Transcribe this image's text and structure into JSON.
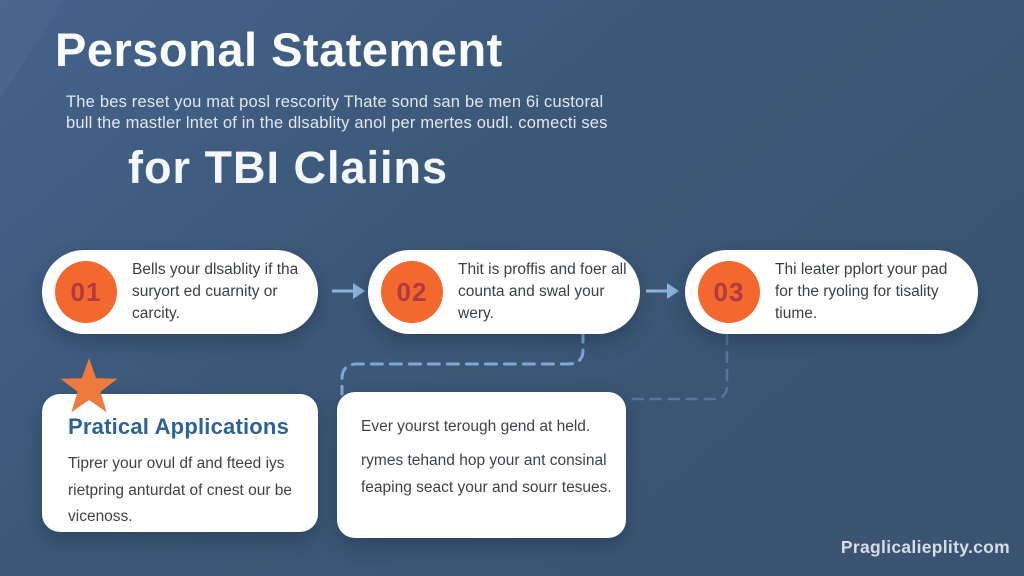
{
  "page": {
    "title": "Personal Statement",
    "subtitle_line1": "The bes reset you mat posl rescority Thate sond san be men 6i custoral",
    "subtitle_line2": "bull the mastler lntet of in the dlsablity anol per mertes oudl. comecti ses",
    "title_secondary": "for TBI Claiins",
    "watermark": "Praglicalieplity.com"
  },
  "steps": [
    {
      "number": "01",
      "text": "Bells your dlsablity if tha suryort ed cuarnity or carcity."
    },
    {
      "number": "02",
      "text": "Thit is proffis and foer all counta and swal your wery."
    },
    {
      "number": "03",
      "text": "Thi leater pplort your pad for the ryoling for tisality tiume."
    }
  ],
  "practical": {
    "heading": "Pratical Applications",
    "body": "Tiprer your ovul df and fteed iys rietpring anturdat of cnest our be vicenoss."
  },
  "notes": {
    "line1": "Ever yourst terough gend at held.",
    "body": "rymes tehand hop your ant consinal feaping seact your and sourr tesues."
  },
  "icons": {
    "star": "★",
    "arrow_right": "→"
  },
  "colors": {
    "background": "#3c5878",
    "card_white": "#ffffff",
    "accent_orange": "#f2682e",
    "step_number_red": "#b23a3f",
    "heading_blue": "#2e639a",
    "arrow_blue": "#8cb3dd",
    "dash_blue": "#7fa8d4",
    "dash_blue_faint": "#5c7da0",
    "star_orange": "#ee7a3e"
  }
}
